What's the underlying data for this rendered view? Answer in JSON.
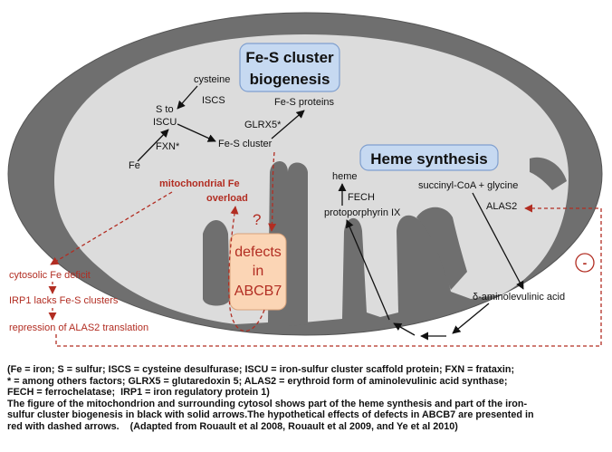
{
  "boxes": {
    "fes_title_line1": "Fe-S cluster",
    "fes_title_line2": "biogenesis",
    "heme_title": "Heme synthesis",
    "defects_line1": "defects",
    "defects_line2": "in",
    "defects_line3": "ABCB7"
  },
  "fes_labels": {
    "cysteine": "cysteine",
    "iscs": "ISCS",
    "s_to": "S to",
    "iscu": "ISCU",
    "fe_s_proteins": "Fe-S proteins",
    "glrx5": "GLRX5*",
    "fe_s_cluster": "Fe-S cluster",
    "fxn": "FXN*",
    "fe": "Fe"
  },
  "heme_labels": {
    "heme": "heme",
    "fech": "FECH",
    "protoporphyrin": "protoporphyrin IX",
    "succinyl": "succinyl-CoA + glycine",
    "alas2": "ALAS2",
    "ala": "δ-aminolevulinic  acid"
  },
  "red_labels": {
    "mito_fe_1": "mitochondrial  Fe",
    "mito_fe_2": "overload",
    "question": "?",
    "cyto_deficit": "cytosolic Fe deficit",
    "irp1": "IRP1 lacks Fe-S clusters",
    "repression": "repression of ALAS2 translation",
    "minus": "-"
  },
  "caption": {
    "line1": "(Fe = iron; S = sulfur; ISCS = cysteine desulfurase; ISCU = iron-sulfur cluster scaffold protein; FXN = frataxin;",
    "line2": "* = among others factors; GLRX5 = glutaredoxin 5; ALAS2 = erythroid form of aminolevulinic acid synthase;",
    "line3": "FECH = ferrochelatase;  IRP1 = iron regulatory protein 1)",
    "line4": "The figure of the mitochondrion and surrounding cytosol shows part of the heme synthesis and part of the iron-",
    "line5": "sulfur cluster biogenesis in black with solid arrows.The hypothetical effects of defects in ABCB7 are presented in",
    "line6": "red with dashed arrows.    (Adapted from Rouault et al 2008, Rouault et al 2009, and Ye et al 2010)"
  },
  "colors": {
    "membrane": "#6f6f6f",
    "matrix": "#dcdcdc",
    "box_blue": "#c6d9f1",
    "box_orange": "#fbd5b5",
    "red": "#b22d22"
  }
}
